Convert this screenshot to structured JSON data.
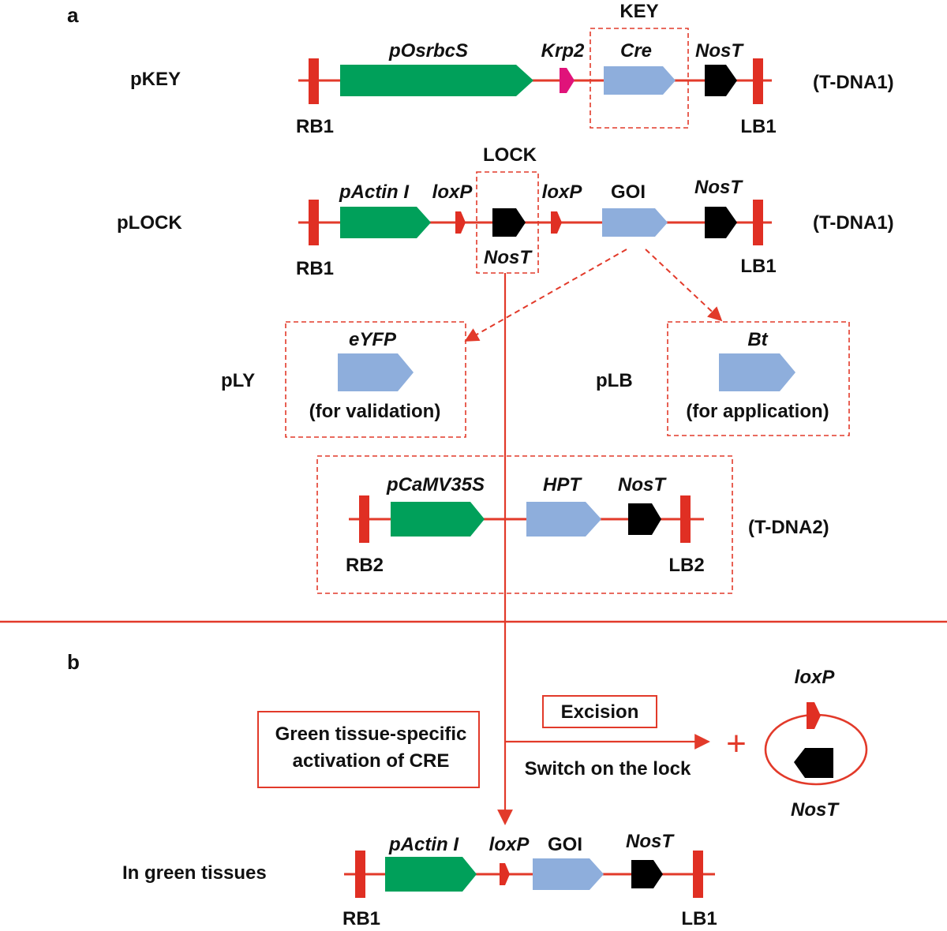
{
  "colors": {
    "backbone": "#e23a2a",
    "promoter": "#00a05a",
    "coding": "#8eaedc",
    "terminator": "#000000",
    "krp2": "#e0137a",
    "loxp": "#e02f23"
  },
  "panel_a": {
    "label": "a"
  },
  "panel_b": {
    "label": "b"
  },
  "pkey": {
    "name": "pKEY",
    "key_label": "KEY",
    "promoter": "pOsrbcS",
    "krp2": "Krp2",
    "cre": "Cre",
    "terminator": "NosT",
    "rb": "RB1",
    "lb": "LB1",
    "tdna": "(T-DNA1)"
  },
  "plock": {
    "name": "pLOCK",
    "lock_label": "LOCK",
    "promoter": "pActin I",
    "loxp1": "loxP",
    "lock_terminator": "NosT",
    "loxp2": "loxP",
    "goi": "GOI",
    "terminator": "NosT",
    "rb": "RB1",
    "lb": "LB1",
    "tdna": "(T-DNA1)"
  },
  "ply": {
    "name": "pLY",
    "gene": "eYFP",
    "note": "(for validation)"
  },
  "plb": {
    "name": "pLB",
    "gene": "Bt",
    "note": "(for application)"
  },
  "tdna2": {
    "promoter": "pCaMV35S",
    "gene": "HPT",
    "terminator": "NosT",
    "rb": "RB2",
    "lb": "LB2",
    "tdna": "(T-DNA2)"
  },
  "switch": {
    "activation_line1": "Green tissue-specific",
    "activation_line2": "activation of CRE",
    "excision": "Excision",
    "switch_on": "Switch on the lock",
    "plus": "+",
    "circle_loxp": "loxP",
    "circle_nost": "NosT"
  },
  "green": {
    "name": "In green tissues",
    "promoter": "pActin I",
    "loxp": "loxP",
    "goi": "GOI",
    "terminator": "NosT",
    "rb": "RB1",
    "lb": "LB1"
  }
}
